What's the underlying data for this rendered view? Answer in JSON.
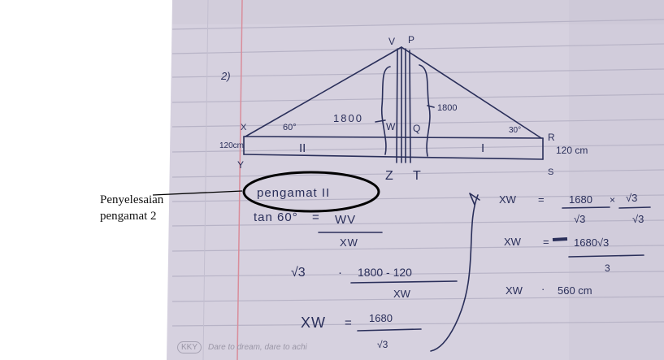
{
  "caption": {
    "line1": "Penyelesaian",
    "line2": "pengamat 2"
  },
  "notebook": {
    "brand": "KKY",
    "slogan": "Dare to dream, dare to achi"
  },
  "handwriting": {
    "problem_number": "2)",
    "vertex_labels": {
      "V": "V",
      "P": "P",
      "X": "X",
      "Y": "Y",
      "R": "R",
      "S": "S",
      "Z": "Z",
      "T": "T",
      "W": "W",
      "Q": "Q"
    },
    "angle_left": "60°",
    "angle_right": "30°",
    "left_height": "1800",
    "right_height": "1800",
    "left_side": "120cm",
    "right_side": "120 cm",
    "region_left": "II",
    "region_right": "I",
    "observer_heading": "pengamat II",
    "step1": {
      "lhs": "tan 60°",
      "num": "WV",
      "den": "XW"
    },
    "step2": {
      "lhs": "√3",
      "num": "1800 - 120",
      "den": "XW"
    },
    "step3": {
      "lhs": "XW",
      "num": "1680",
      "den": "√3"
    },
    "step4": {
      "lhs": "XW",
      "num": "1680",
      "den": "√3",
      "num2": "√3",
      "den2": "√3"
    },
    "step5": {
      "lhs": "XW",
      "num": "1680√3",
      "den": "3"
    },
    "step6": {
      "lhs": "XW",
      "val": "560 cm"
    }
  },
  "colors": {
    "paper": "#d9d4e2",
    "ink": "#2a2f5a",
    "rule": "#b9b5c8",
    "margin": "#d98c9a"
  }
}
